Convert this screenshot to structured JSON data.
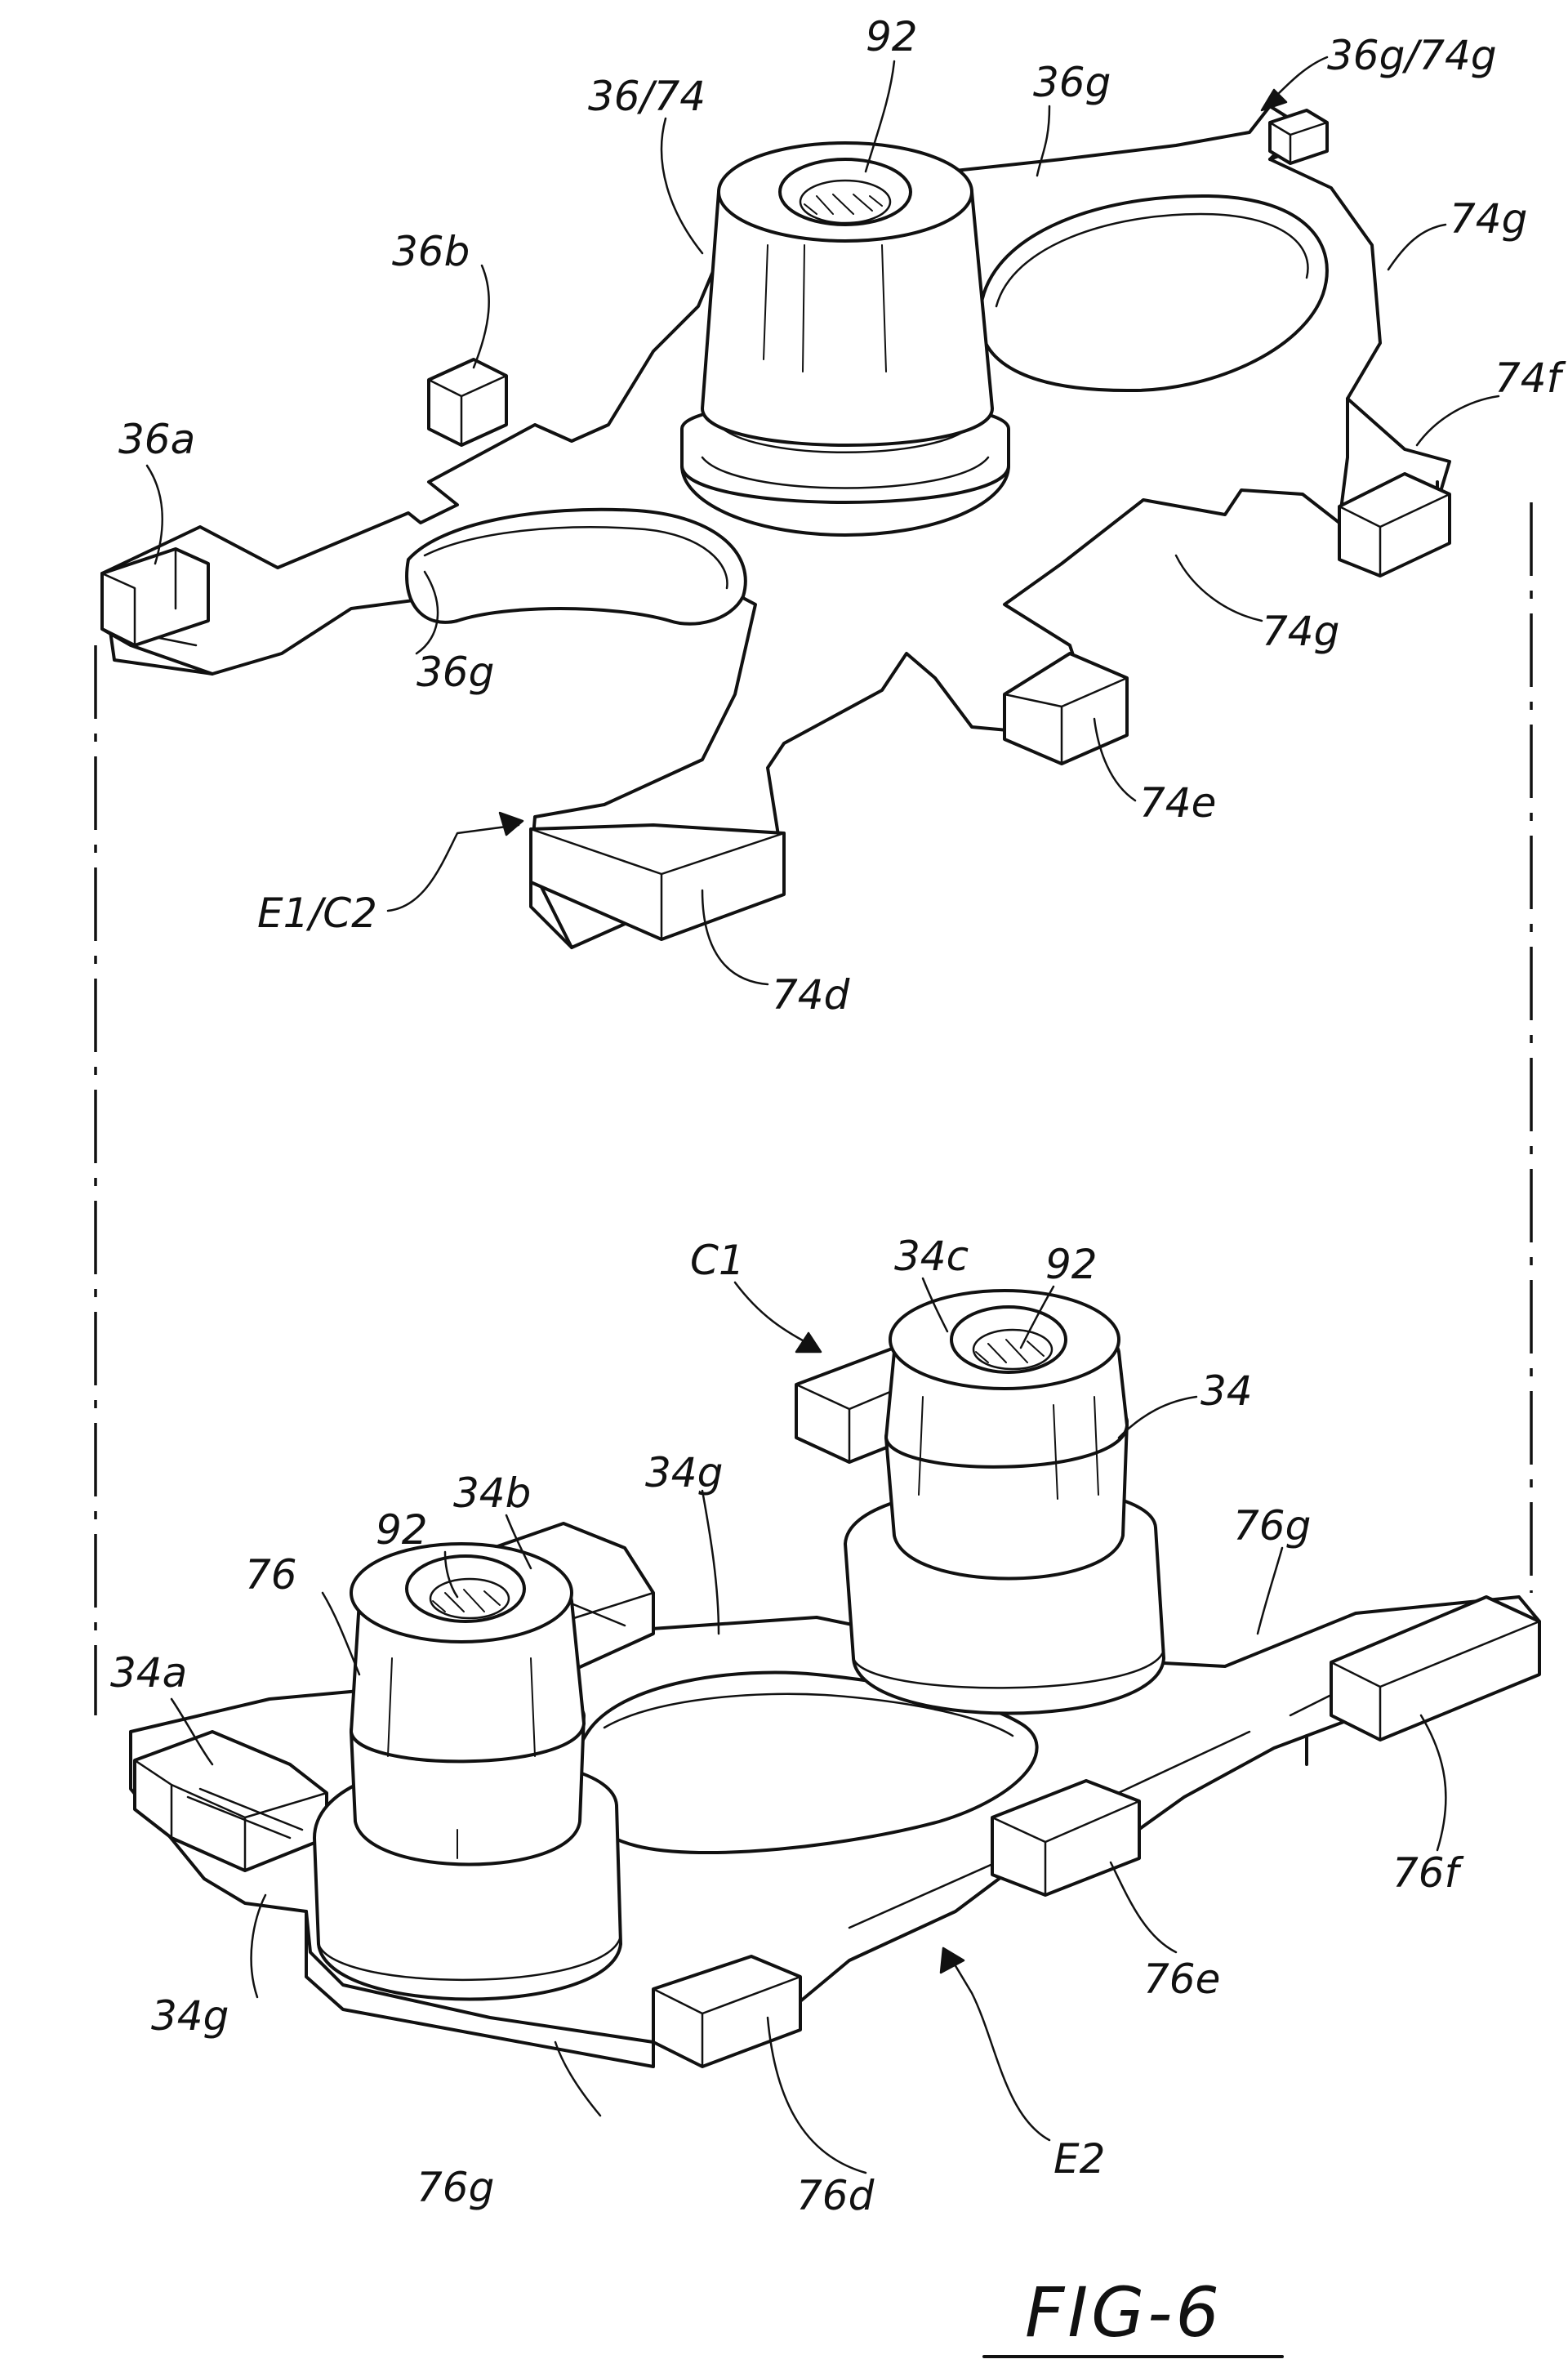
{
  "figure": {
    "title": "FIG-6"
  },
  "labels": {
    "n92_top": "92",
    "n36_74": "36/74",
    "n36g_top": "36g",
    "n36g_74g": "36g/74g",
    "n74g_right": "74g",
    "n36b": "36b",
    "n74f": "74f",
    "n36a": "36a",
    "n36g_left": "36g",
    "n74g_mid": "74g",
    "n74e": "74e",
    "e1c2": "E1/C2",
    "n74d": "74d",
    "c1": "C1",
    "n34c": "34c",
    "n92_right": "92",
    "n34": "34",
    "n34b": "34b",
    "n34g_top": "34g",
    "n92_left": "92",
    "n76g_right": "76g",
    "n76": "76",
    "n34a": "34a",
    "n76f": "76f",
    "n34g_left": "34g",
    "n76e": "76e",
    "e2": "E2",
    "n76g_bottom": "76g",
    "n76d": "76d"
  }
}
